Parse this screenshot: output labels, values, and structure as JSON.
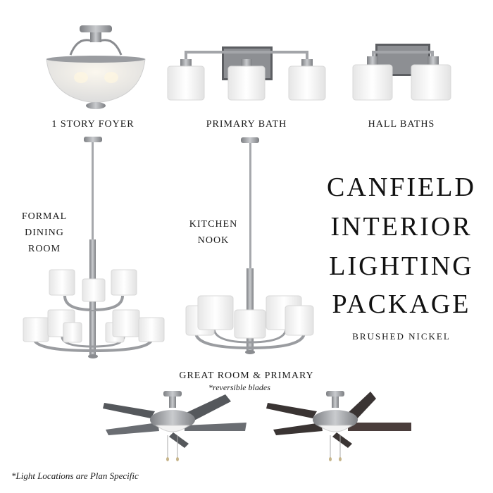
{
  "labels": {
    "foyer": "1 STORY FOYER",
    "primary_bath": "PRIMARY BATH",
    "hall_baths": "HALL BATHS",
    "dining_1": "FORMAL",
    "dining_2": "DINING",
    "dining_3": "ROOM",
    "nook_1": "KITCHEN",
    "nook_2": "NOOK",
    "great_room": "GREAT ROOM & PRIMARY",
    "reversible": "*reversible blades"
  },
  "title": {
    "line1": "CANFIELD",
    "line2": "INTERIOR",
    "line3": "LIGHTING",
    "line4": "PACKAGE",
    "finish": "BRUSHED NICKEL"
  },
  "footnote": "*Light Locations are Plan Specific",
  "colors": {
    "nickel": "#9a9ca0",
    "nickel_dark": "#6f7175",
    "glass": "#f4f4f4",
    "blade_dark": "#3a3433",
    "blade_gray": "#6a6d72"
  },
  "icons": [
    "semi-flush-fixture-icon",
    "three-light-vanity-icon",
    "two-light-vanity-icon",
    "two-tier-chandelier-icon",
    "five-light-chandelier-icon",
    "ceiling-fan-icon"
  ]
}
